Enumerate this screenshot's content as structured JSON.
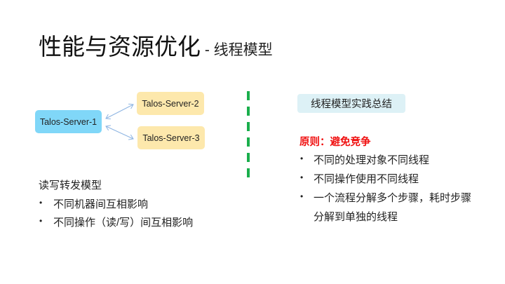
{
  "title": {
    "main": "性能与资源优化",
    "sub": " - 线程模型"
  },
  "diagram": {
    "server1": "Talos-Server-1",
    "server2": "Talos-Server-2",
    "server3": "Talos-Server-3"
  },
  "left": {
    "heading": "读写转发模型",
    "bullets": [
      "不同机器间互相影响",
      "不同操作（读/写）间互相影响"
    ]
  },
  "right": {
    "summary": "线程模型实践总结",
    "principle": "原则：避免竞争",
    "bullets": [
      "不同的处理对象不同线程",
      "不同操作使用不同线程",
      "一个流程分解多个步骤，耗时步骤",
      "分解到单独的线程"
    ]
  },
  "colors": {
    "server1": "#80d7f8",
    "server_other": "#fde8ac",
    "divider": "#1aae4c",
    "principle": "#f01010"
  }
}
